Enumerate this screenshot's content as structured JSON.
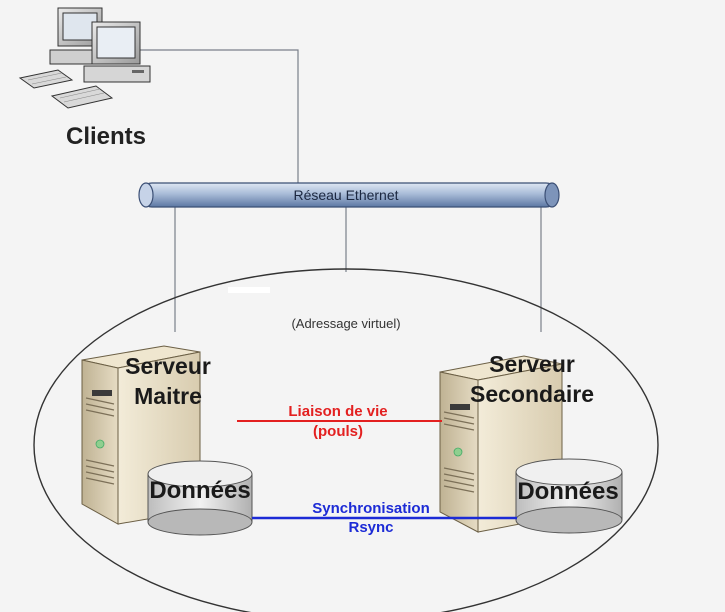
{
  "clients": {
    "label": "Clients"
  },
  "network": {
    "label": "Réseau Ethernet"
  },
  "cluster": {
    "label": "(Adressage virtuel)"
  },
  "master": {
    "line1": "Serveur",
    "line2": "Maitre",
    "disk_label": "Données"
  },
  "secondary": {
    "line1": "Serveur",
    "line2": "Secondaire",
    "disk_label": "Données"
  },
  "heartbeat": {
    "line1": "Liaison de vie",
    "line2": "(pouls)",
    "color": "#e32020"
  },
  "sync": {
    "line1": "Synchronisation",
    "line2": "Rsync",
    "color": "#1c2bd6"
  }
}
